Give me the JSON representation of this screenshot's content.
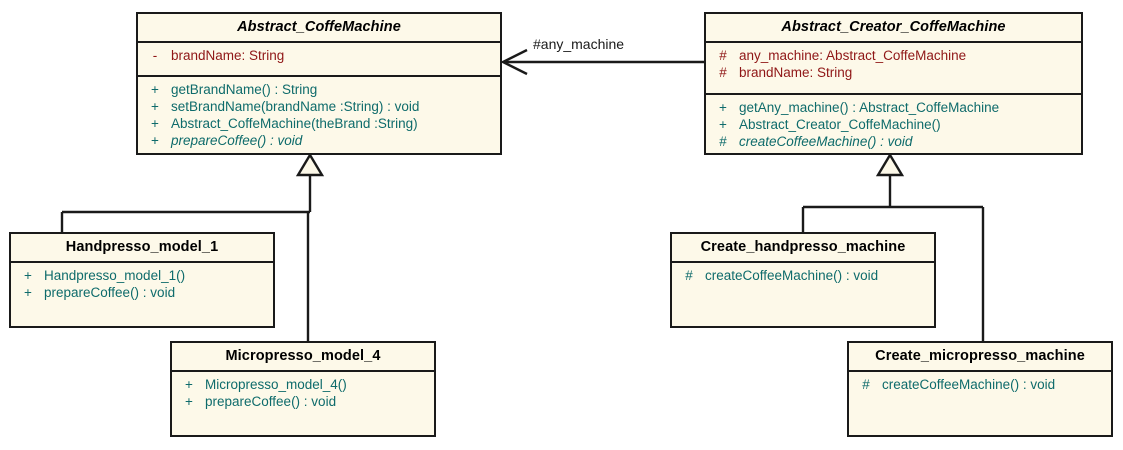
{
  "diagram": {
    "kind": "uml-class-diagram",
    "background": "#ffffff",
    "box_fill": "#fdf9e9",
    "line_color": "#1a1a1a",
    "attribute_color": "#8f1616",
    "method_color": "#0e6b6b"
  },
  "classes": {
    "abstract_coffemachine": {
      "name": "Abstract_CoffeMachine",
      "abstract": true,
      "attributes": [
        {
          "visibility": "-",
          "text": "brandName:  String"
        }
      ],
      "methods": [
        {
          "visibility": "+",
          "text": "getBrandName() : String",
          "abstract": false
        },
        {
          "visibility": "+",
          "text": "setBrandName(brandName :String) : void",
          "abstract": false
        },
        {
          "visibility": "+",
          "text": "Abstract_CoffeMachine(theBrand :String)",
          "abstract": false
        },
        {
          "visibility": "+",
          "text": "prepareCoffee() : void",
          "abstract": true
        }
      ]
    },
    "abstract_creator_coffemachine": {
      "name": "Abstract_Creator_CoffeMachine",
      "abstract": true,
      "attributes": [
        {
          "visibility": "#",
          "text": "any_machine:  Abstract_CoffeMachine"
        },
        {
          "visibility": "#",
          "text": "brandName:  String"
        }
      ],
      "methods": [
        {
          "visibility": "+",
          "text": "getAny_machine() : Abstract_CoffeMachine",
          "abstract": false
        },
        {
          "visibility": "+",
          "text": "Abstract_Creator_CoffeMachine()",
          "abstract": false
        },
        {
          "visibility": "#",
          "text": "createCoffeeMachine() : void",
          "abstract": true
        }
      ]
    },
    "handpresso_model_1": {
      "name": "Handpresso_model_1",
      "abstract": false,
      "attributes": [],
      "methods": [
        {
          "visibility": "+",
          "text": "Handpresso_model_1()",
          "abstract": false
        },
        {
          "visibility": "+",
          "text": "prepareCoffee() : void",
          "abstract": false
        }
      ]
    },
    "micropresso_model_4": {
      "name": "Micropresso_model_4",
      "abstract": false,
      "attributes": [],
      "methods": [
        {
          "visibility": "+",
          "text": "Micropresso_model_4()",
          "abstract": false
        },
        {
          "visibility": "+",
          "text": "prepareCoffee() : void",
          "abstract": false
        }
      ]
    },
    "create_handpresso_machine": {
      "name": "Create_handpresso_machine",
      "abstract": false,
      "attributes": [],
      "methods": [
        {
          "visibility": "#",
          "text": "createCoffeeMachine() : void",
          "abstract": false
        }
      ]
    },
    "create_micropresso_machine": {
      "name": "Create_micropresso_machine",
      "abstract": false,
      "attributes": [],
      "methods": [
        {
          "visibility": "#",
          "text": "createCoffeeMachine() : void",
          "abstract": false
        }
      ]
    }
  },
  "relationships": {
    "association": {
      "label": "#any_machine",
      "from": "Abstract_Creator_CoffeMachine",
      "to": "Abstract_CoffeMachine",
      "arrow": "open-arrow"
    },
    "generalizations": [
      {
        "from": "Handpresso_model_1",
        "to": "Abstract_CoffeMachine"
      },
      {
        "from": "Micropresso_model_4",
        "to": "Abstract_CoffeMachine"
      },
      {
        "from": "Create_handpresso_machine",
        "to": "Abstract_Creator_CoffeMachine"
      },
      {
        "from": "Create_micropresso_machine",
        "to": "Abstract_Creator_CoffeMachine"
      }
    ]
  }
}
